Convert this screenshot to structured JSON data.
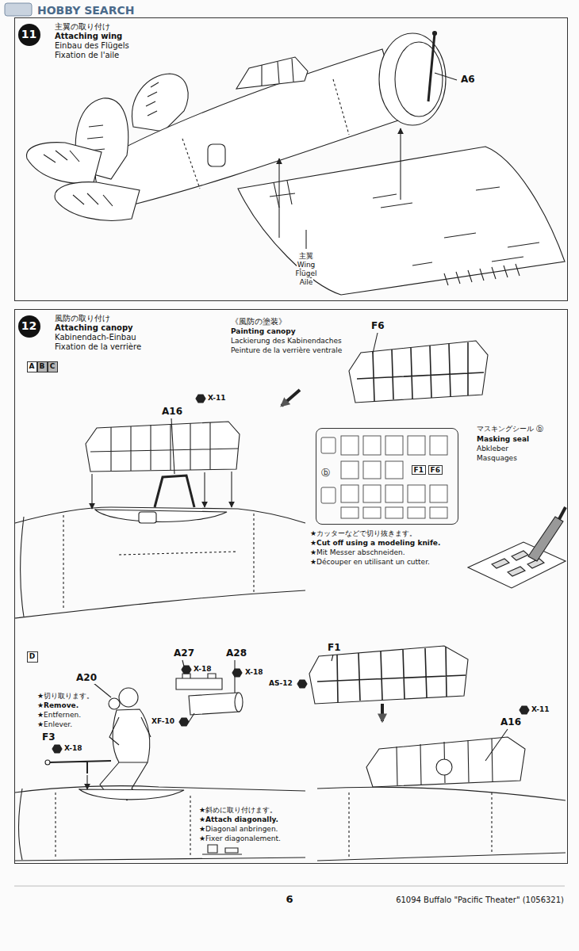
{
  "diagram": {
    "nodes": [
      {
        "text": [
          "主翼の取り付け",
          "Attaching wing",
          "Einbau des Flügels",
          "Fixation de l'aile"
        ]
      },
      {
        "text": [
          "11"
        ],
        "in": 0
      },
      {
        "text": [
          "風防の取り付け",
          "Attaching canopy",
          "Kabinendach-Einbau",
          "Fixation de la verrière"
        ]
      },
      {
        "text": [
          "12"
        ],
        "in": 2
      },
      {
        "text": [
          "A"
        ],
        "in": 2
      },
      {
        "text": [
          "B"
        ],
        "in": 2
      },
      {
        "text": [
          "C"
        ],
        "in": 2
      },
      {
        "text": [
          "D"
        ],
        "in": 2
      },
      {
        "text": [
          "ⓑ",
          "F1",
          "F6"
        ],
        "in": 2
      }
    ],
    "labels": [
      "HOBBY SEARCH",
      "A6",
      "主翼",
      "Wing",
      "Flügel",
      "Aile",
      "X-11",
      "A16",
      "《風防の塗装》",
      "Painting canopy",
      "Lackierung des Kabinendaches",
      "Peinture de la verrière ventrale",
      "F6",
      "マスキングシール ⓑ",
      "Masking seal",
      "Abkleber",
      "Masquages",
      "★カッターなどで切り抜きます。",
      "★Cut off using a modeling knife.",
      "★Mit Messer abschneiden.",
      "★Découper en utilisant un cutter.",
      "A20",
      "A27",
      "X-18",
      "A28",
      "X-18",
      "XF-10",
      "★切り取ります。",
      "★Remove.",
      "★Entfernen.",
      "★Enlever.",
      "F3",
      "X-18",
      "F1",
      "AS-12",
      "X-11",
      "A16",
      "★斜めに取り付けます。",
      "★Attach diagonally.",
      "★Diagonal anbringen.",
      "★Fixer diagonalement.",
      "6",
      "61094 Buffalo \"Pacific Theater\" (1056321)"
    ]
  }
}
